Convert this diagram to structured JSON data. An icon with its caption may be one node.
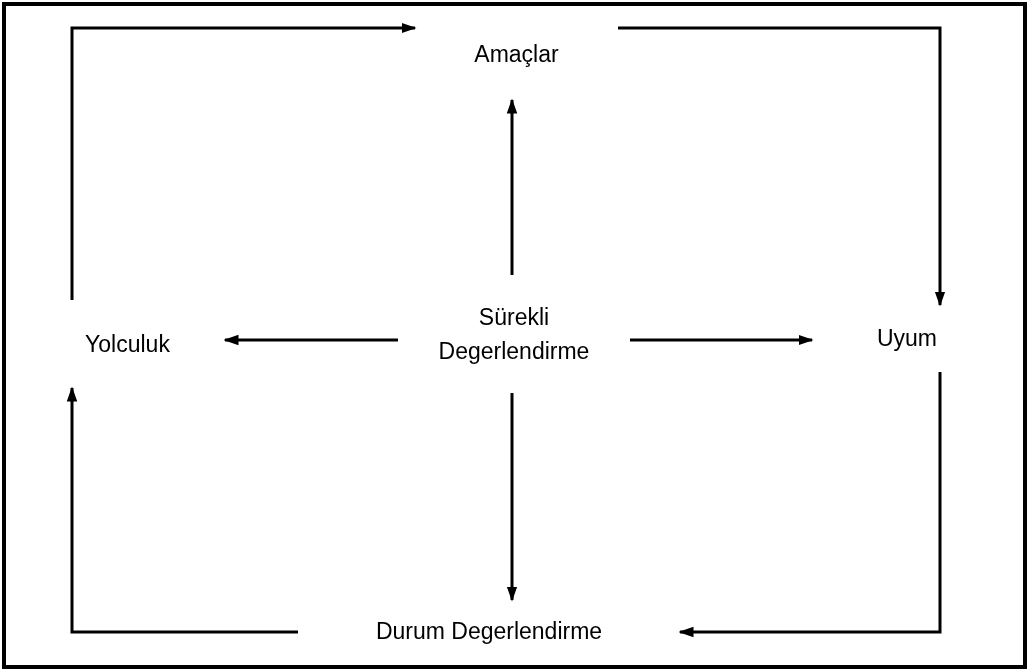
{
  "diagram": {
    "nodes": [
      {
        "text": [
          "Amaçlar"
        ]
      },
      {
        "text": [
          "Yolculuk"
        ]
      },
      {
        "text": [
          "Sürekli Degerlendirme"
        ]
      },
      {
        "text": [
          "Uyum"
        ]
      },
      {
        "text": [
          "Durum Degerlendirme"
        ]
      }
    ],
    "edges": [
      {
        "from": 1,
        "to": 0,
        "arrow": "to"
      },
      {
        "from": 0,
        "to": 3,
        "arrow": "to"
      },
      {
        "from": 3,
        "to": 4,
        "arrow": "to"
      },
      {
        "from": 4,
        "to": 1,
        "arrow": "to"
      },
      {
        "from": 2,
        "to": 0,
        "arrow": "to"
      },
      {
        "from": 2,
        "to": 1,
        "arrow": "to"
      },
      {
        "from": 2,
        "to": 3,
        "arrow": "to"
      },
      {
        "from": 2,
        "to": 4,
        "arrow": "to"
      }
    ]
  }
}
